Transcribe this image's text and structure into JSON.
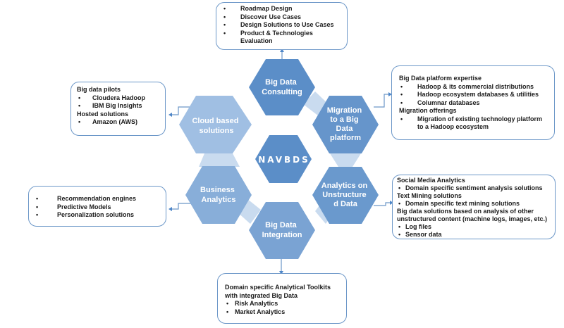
{
  "center": {
    "label": "NAVBDS"
  },
  "hexagons": [
    {
      "id": "consulting",
      "lines": [
        "Big Data",
        "Consulting"
      ]
    },
    {
      "id": "migration",
      "lines": [
        "Migration",
        "to a Big",
        "Data",
        "platform"
      ]
    },
    {
      "id": "analytics-unstructured",
      "lines": [
        "Analytics on",
        "Unstructure",
        "d  Data"
      ]
    },
    {
      "id": "integration",
      "lines": [
        "Big Data",
        "Integration"
      ]
    },
    {
      "id": "business-analytics",
      "lines": [
        "Business",
        "Analytics"
      ]
    },
    {
      "id": "cloud",
      "lines": [
        "Cloud based",
        "solutions"
      ]
    }
  ],
  "colors": {
    "dark": "#5b8ec8",
    "medium": "#7aa3d3",
    "light": "#9dbde3",
    "connector_band": "#c9dbef",
    "line": "#6c97c8"
  },
  "boxes": {
    "consulting": {
      "bullets": [
        "Roadmap Design",
        "Discover Use Cases",
        "Design Solutions to Use Cases",
        "Product & Technologies Evaluation"
      ]
    },
    "cloud": {
      "heading1": "Big data pilots",
      "bullets1": [
        "Cloudera Hadoop",
        "IBM Big Insights"
      ],
      "heading2": "Hosted solutions",
      "bullets2": [
        "Amazon (AWS)"
      ]
    },
    "migration": {
      "heading1": "Big Data platform expertise",
      "bullets1": [
        "Hadoop & its commercial distributions",
        "Hadoop ecosystem databases & utilities",
        "Columnar databases"
      ],
      "heading2": "Migration offerings",
      "bullets2": [
        "Migration of existing technology platform to a Hadoop ecosystem"
      ]
    },
    "analytics": {
      "heading1": "Social Media Analytics",
      "bullets1": [
        "Domain specific sentiment analysis solutions"
      ],
      "heading2": "Text Mining solutions",
      "bullets2": [
        "Domain specific text mining solutions"
      ],
      "heading3": "Big data solutions based on analysis of other unstructured content (machine logs, images, etc.)",
      "bullets3": [
        "Log files",
        "Sensor data"
      ]
    },
    "business": {
      "bullets": [
        "Recommendation engines",
        "Predictive Models",
        "Personalization  solutions"
      ]
    },
    "integration": {
      "heading1": "Domain specific Analytical Toolkits with integrated Big Data",
      "bullets": [
        "Risk Analytics",
        "Market Analytics"
      ]
    }
  }
}
